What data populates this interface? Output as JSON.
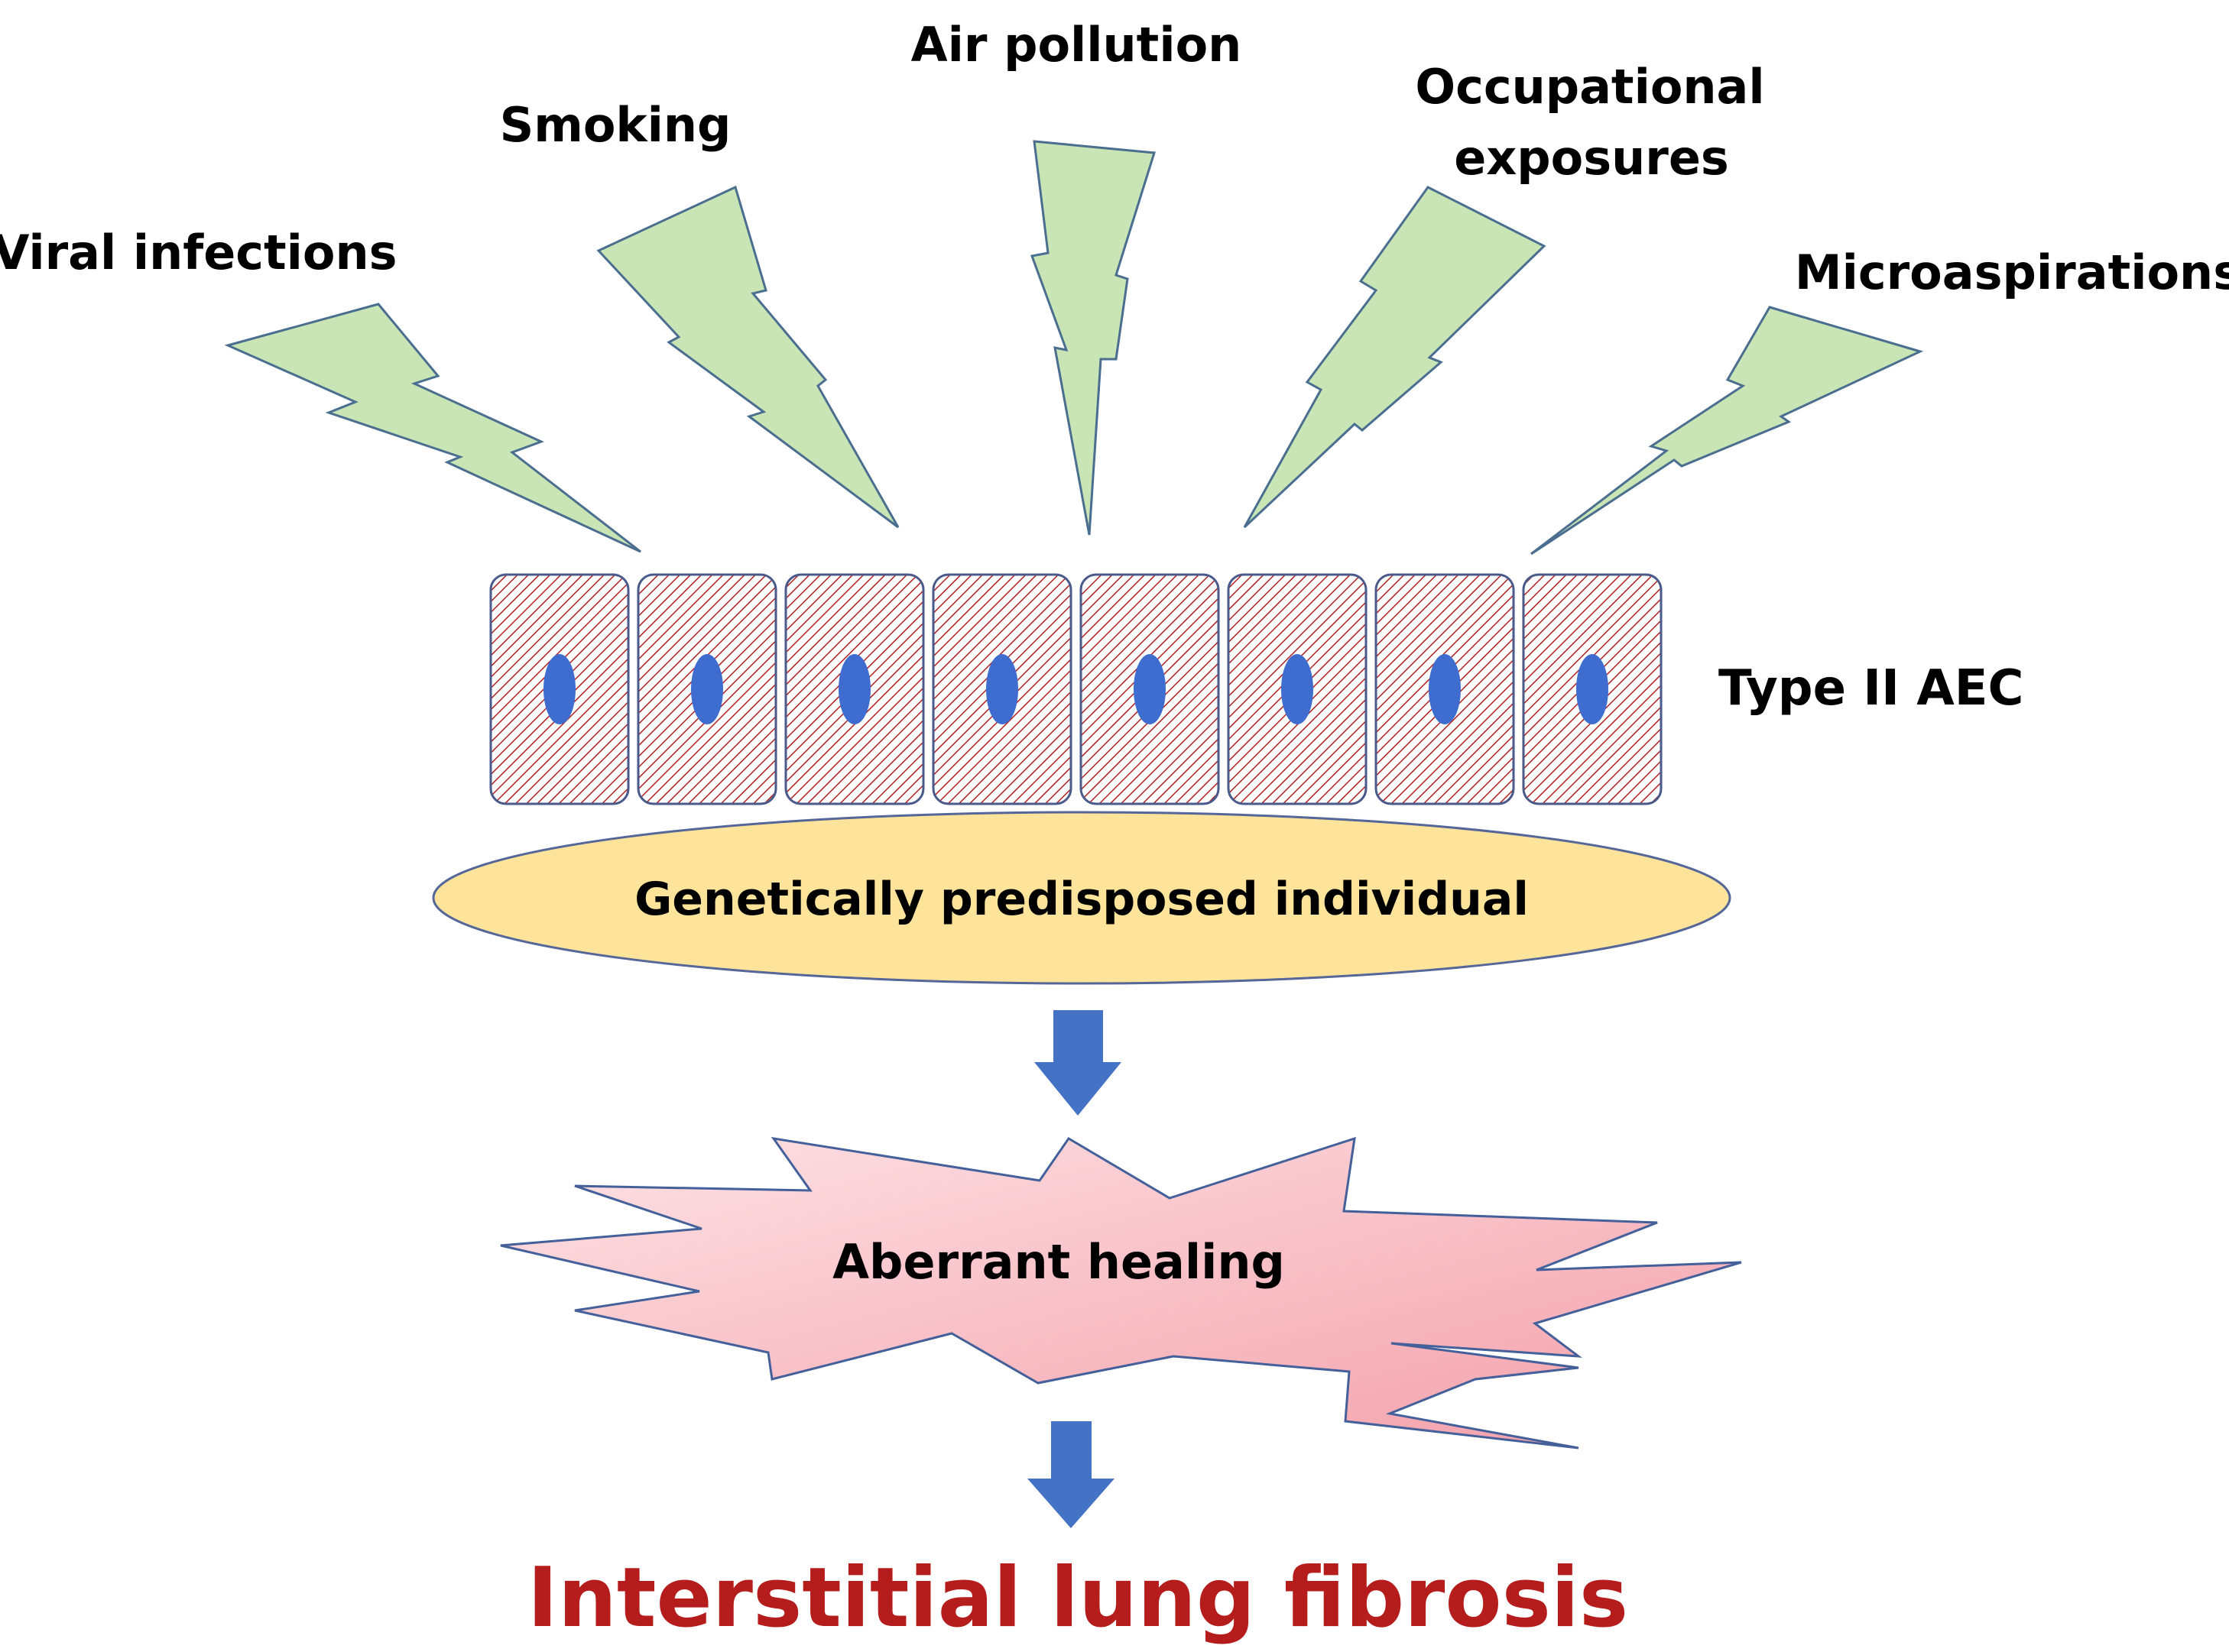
{
  "factors": [
    {
      "label_lines": [
        "Viral infections"
      ]
    },
    {
      "label_lines": [
        "Smoking"
      ]
    },
    {
      "label_lines": [
        "Air pollution"
      ]
    },
    {
      "label_lines": [
        "Occupational",
        "exposures"
      ]
    },
    {
      "label_lines": [
        "Microaspirations"
      ]
    }
  ],
  "cells": {
    "label": "Type II AEC",
    "count": 8
  },
  "predisposition": {
    "label": "Genetically predisposed individual"
  },
  "healing": {
    "label": "Aberrant healing"
  },
  "outcome": {
    "label": "Interstitial lung fibrosis"
  },
  "colors": {
    "bolt_fill": "#c9e5b6",
    "bolt_stroke": "#4a6e8f",
    "cell_hatch": "#b02020",
    "cell_fill": "#ffffff",
    "cell_stroke": "#4a5a8a",
    "nucleus": "#3e6ccf",
    "ellipse_fill": "#fde49a",
    "ellipse_stroke": "#556699",
    "arrow": "#4472c4",
    "burst_light": "#fde3e6",
    "burst_dark": "#f39ea8",
    "burst_stroke": "#44609a",
    "outcome_text": "#b51c1c"
  }
}
